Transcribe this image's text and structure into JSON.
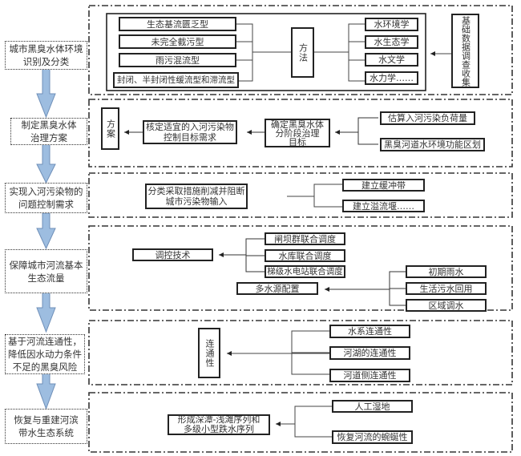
{
  "stages": [
    "城市黑臭水体环境识别及分类",
    "制定黑臭水体治理方案",
    "实现入河污染物的问题控制需求",
    "保障城市河流基本生态流量",
    "基于河流连通性，降低因水动力条件不足的黑臭风险",
    "恢复与重建河滨带水生态系统"
  ],
  "stage_lines": [
    [
      "城市黑臭水体环境",
      "识别及分类"
    ],
    [
      "制定黑臭水体",
      "治理方案"
    ],
    [
      "实现入河污染物的",
      "问题控制需求"
    ],
    [
      "保障城市河流基本",
      "生态流量"
    ],
    [
      "基于河流连通性，",
      "降低因水动力条件",
      "不足的黑臭风险"
    ],
    [
      "恢复与重建河滨",
      "带水生态系统"
    ]
  ],
  "panel1": {
    "types": [
      "生态基流匮乏型",
      "未完全截污型",
      "雨污混流型",
      "封闭、半封闭性缓流型和滞流型"
    ],
    "method_label": "方法",
    "disciplines": [
      "水环境学",
      "水生态学",
      "水文学",
      "水力学……"
    ],
    "data_collection": "基础数据调查收集"
  },
  "panel2": {
    "plan_label": "方案",
    "target_demand": [
      "核定适宜的入河污染物",
      "控制目标需求"
    ],
    "stage_goal": [
      "确定黑臭水体",
      "分阶段治理",
      "目标"
    ],
    "inputs": [
      "估算入河污染负荷量",
      "黑臭河道水环境功能区划"
    ]
  },
  "panel3": {
    "measure": [
      "分类采取措施削减并阻断",
      "城市污染物输入"
    ],
    "options": [
      "建立缓冲带",
      "建立溢流堰……"
    ]
  },
  "panel4": {
    "control_tech": "调控技术",
    "dispatch": [
      "闸坝群联合调度",
      "水库联合调度",
      "梯级水电站联合调度"
    ],
    "multi_source": "多水源配置",
    "sources": [
      "初期雨水",
      "生活污水回用",
      "区域调水"
    ]
  },
  "panel5": {
    "connectivity": "连通性",
    "items": [
      "水系连通性",
      "河湖的连通性",
      "河道侧连通性"
    ]
  },
  "panel6": {
    "result": [
      "形成深潭-浅滩序列和",
      "多级小型跌水序列"
    ],
    "items": [
      "人工湿地",
      "恢复河流的蜿蜒性"
    ]
  },
  "colors": {
    "arrow_fill": "#9dbde0",
    "arrow_stroke": "#6f8fb8",
    "line": "#222222"
  }
}
